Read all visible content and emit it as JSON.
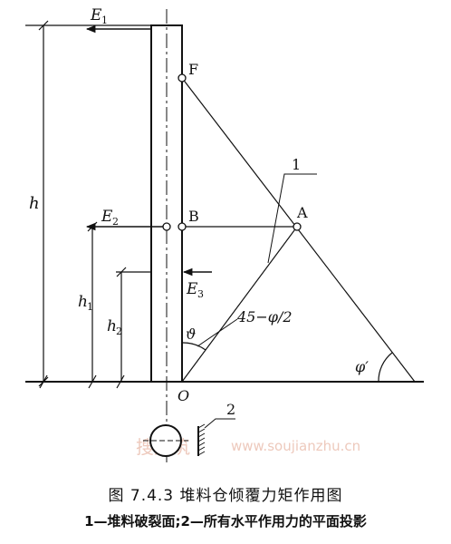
{
  "labels": {
    "E1": "E",
    "E1_sub": "1",
    "E2": "E",
    "E2_sub": "2",
    "E3": "E",
    "E3_sub": "3",
    "h": "h",
    "h1": "h",
    "h1_sub": "1",
    "h2": "h",
    "h2_sub": "2",
    "F": "F",
    "B": "B",
    "A": "A",
    "O": "O",
    "theta": "ϑ",
    "angle_label": "45−φ/2",
    "phi_prime": "φ′",
    "callout_1": "1",
    "callout_2": "2"
  },
  "caption": {
    "title": "图 7.4.3   堆料仓倾覆力矩作用图",
    "legend": "1—堆料破裂面;2—所有水平作用力的平面投影"
  },
  "watermark": {
    "cn": "搜建筑",
    "url": "www.soujianzhu.cn"
  },
  "colors": {
    "line": "#111111",
    "watermark": "#e8b7a6"
  }
}
